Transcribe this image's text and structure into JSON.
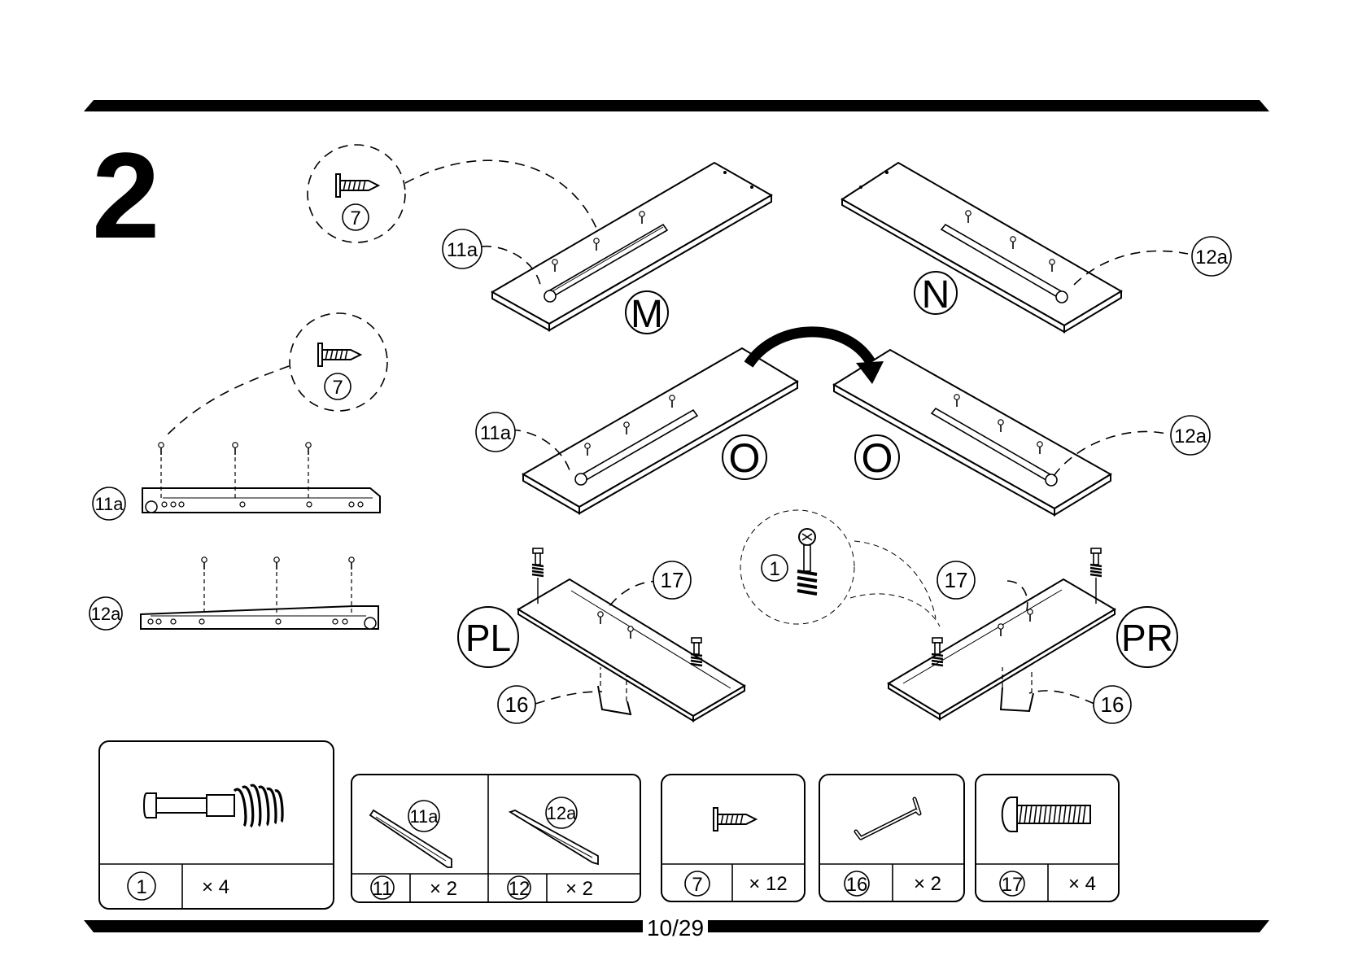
{
  "page": {
    "step_number": "2",
    "page_counter": "10/29"
  },
  "colors": {
    "ink": "#000000",
    "paper": "#ffffff"
  },
  "diagram": {
    "panels": {
      "m": "M",
      "n": "N",
      "o_left": "O",
      "o_right": "O",
      "pl": "PL",
      "pr": "PR"
    },
    "callouts": {
      "screw_top": "7",
      "screw_side": "7",
      "cam_bolt": "1",
      "rail_11a_m": "11a",
      "rail_11a_o": "11a",
      "rail_12a_n": "12a",
      "rail_12a_o": "12a",
      "rail_11a_side": "11a",
      "rail_12a_side": "12a",
      "bolt_17_left": "17",
      "bolt_17_right": "17",
      "handle_16_left": "16",
      "handle_16_right": "16"
    }
  },
  "hardware": [
    {
      "id": "1",
      "qty": "× 4",
      "icon": "cam-bolt-icon"
    },
    {
      "id": "11",
      "qty": "× 2",
      "sub_label": "11a",
      "icon": "drawer-rail-left-icon"
    },
    {
      "id": "12",
      "qty": "× 2",
      "sub_label": "12a",
      "icon": "drawer-rail-right-icon"
    },
    {
      "id": "7",
      "qty": "× 12",
      "icon": "wood-screw-icon"
    },
    {
      "id": "16",
      "qty": "× 2",
      "icon": "handle-icon"
    },
    {
      "id": "17",
      "qty": "× 4",
      "icon": "machine-screw-icon"
    }
  ]
}
